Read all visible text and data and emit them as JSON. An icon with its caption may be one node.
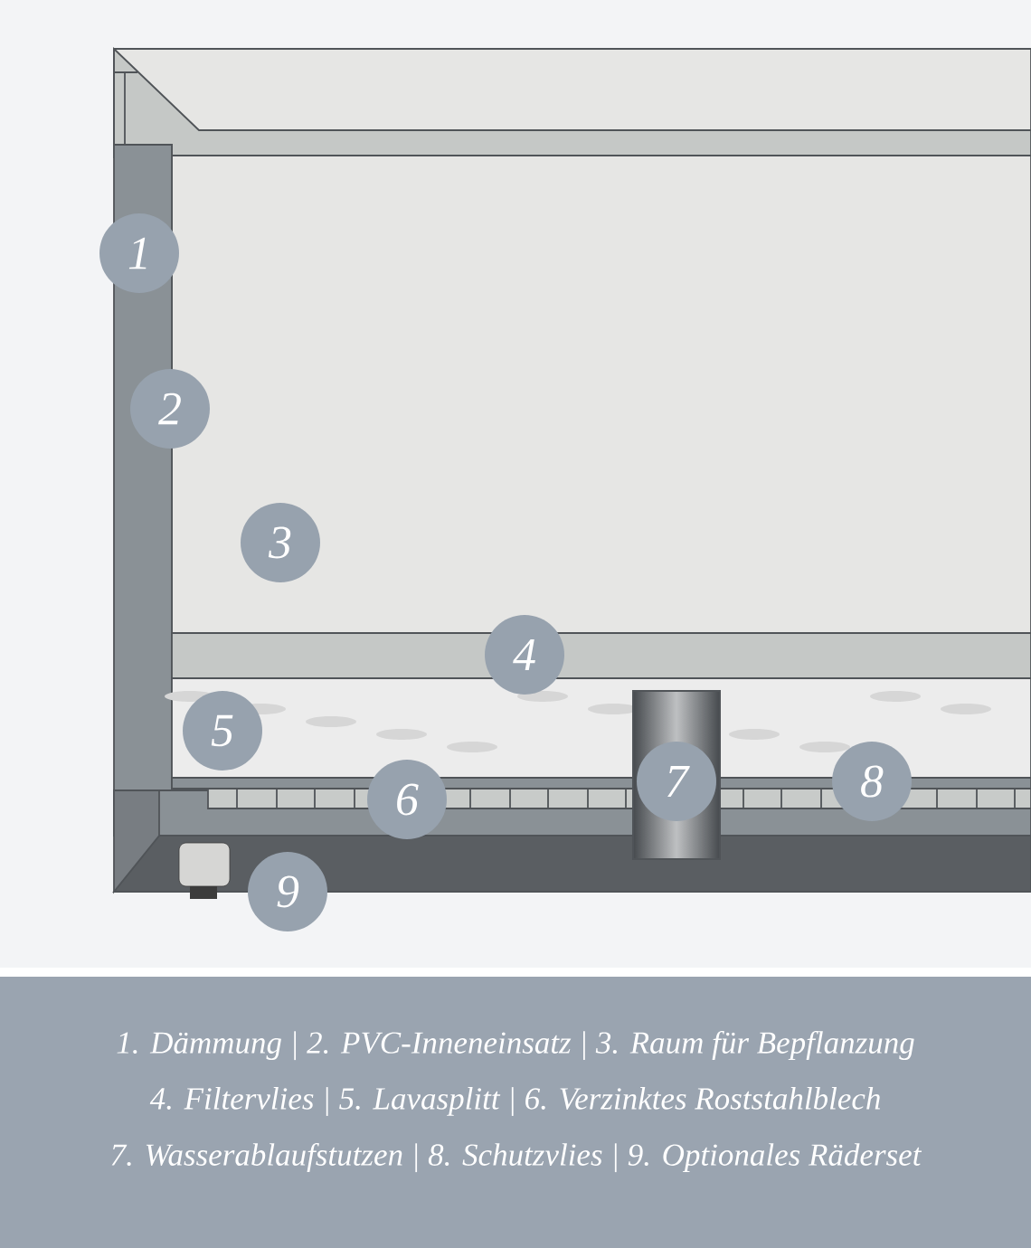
{
  "diagram": {
    "labels": [
      "1",
      "2",
      "3",
      "4",
      "5",
      "6",
      "7",
      "8",
      "9",
      "1. Dämmung | 2. PVC-Inneneinsatz | 3. Raum für Bepflanzung",
      "4. Filtervlies | 5. Lavasplitt | 6. Verzinktes Roststahlblech",
      "7. Wasserablaufstutzen | 8. Schutzvlies | 9. Optionales Räderset"
    ]
  }
}
